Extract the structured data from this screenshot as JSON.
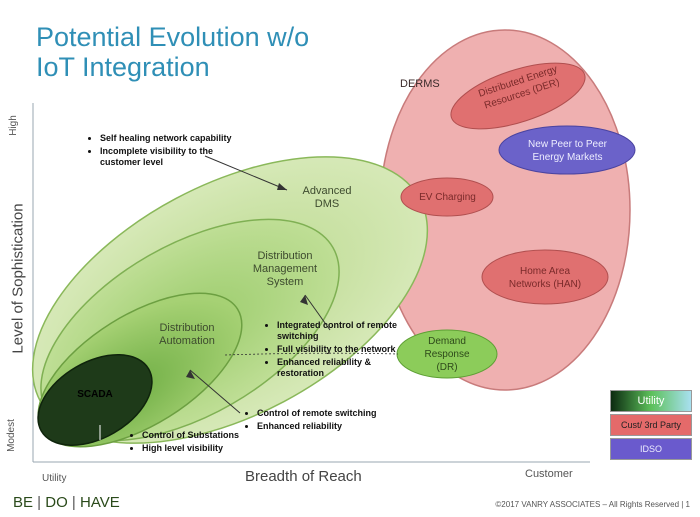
{
  "title_line1": "Potential Evolution w/o",
  "title_line2": "IoT Integration",
  "y_axis": {
    "label": "Level of Sophistication",
    "high": "High",
    "low": "Modest"
  },
  "x_axis": {
    "label": "Breadth of Reach",
    "left": "Utility",
    "right": "Customer"
  },
  "ellipses": {
    "advanced_dms": [
      "Advanced",
      "DMS"
    ],
    "dms": [
      "Distribution",
      "Management",
      "System"
    ],
    "distribution_automation": [
      "Distribution",
      "Automation"
    ],
    "scada": "SCADA",
    "derms": "DERMS",
    "der": [
      "Distributed Energy",
      "Resources (DER)"
    ],
    "peer_markets": [
      "New Peer to Peer",
      "Energy Markets"
    ],
    "ev_charging": "EV Charging",
    "han": [
      "Home Area",
      "Networks (HAN)"
    ],
    "demand_response": [
      "Demand",
      "Response",
      "(DR)"
    ]
  },
  "bullets": {
    "top": [
      "Self healing network capability",
      "Incomplete visibility to the customer level"
    ],
    "middle": [
      "Integrated control of remote switching",
      "Full visibility to the network",
      "Enhanced reliability & restoration"
    ],
    "lower": [
      "Control of remote switching",
      "Enhanced reliability"
    ],
    "bottom": [
      "Control of Substations",
      "High level visibility"
    ]
  },
  "legend": {
    "utility": "Utility",
    "cust": "Cust/ 3rd Party",
    "idso": "IDSO"
  },
  "brand": {
    "be": "BE",
    "do": "DO",
    "have": "HAVE"
  },
  "copyright": "©2017 VANRY ASSOCIATES – All Rights Reserved | 1",
  "colors": {
    "title": "#2f8fb6",
    "cust": "#e46a6a",
    "idso": "#6a5acd",
    "utility_dark": "#0c2a10"
  }
}
